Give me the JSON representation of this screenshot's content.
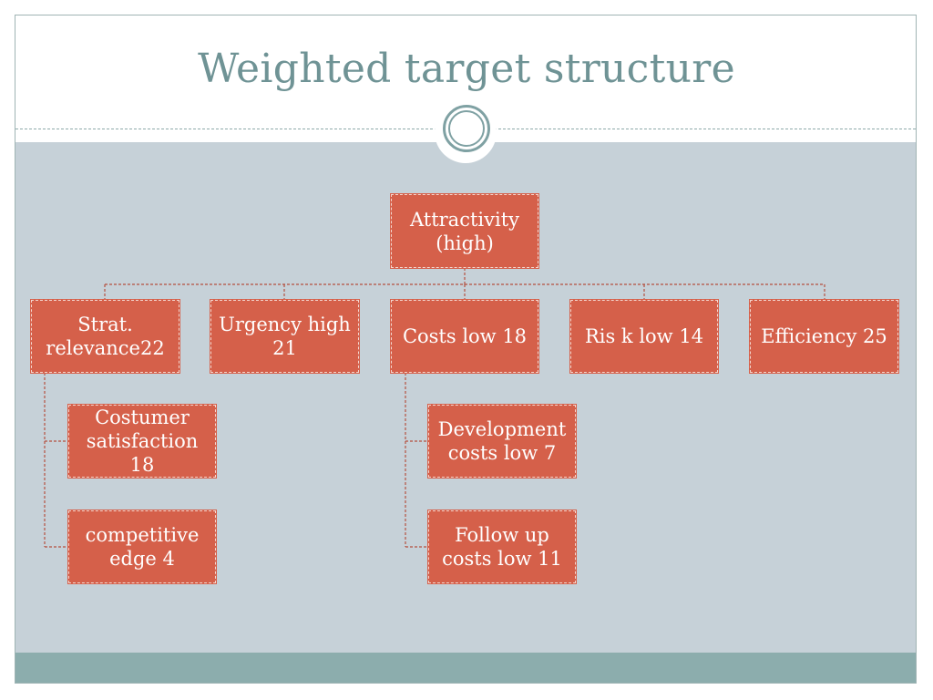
{
  "slide": {
    "title": "Weighted target structure"
  },
  "diagram": {
    "root": "Attractivity\n(high)",
    "level1": {
      "strat": "Strat.\nrelevance22",
      "urgency": "Urgency high\n21",
      "costs": "Costs low 18",
      "risk": "Ris k low 14",
      "efficiency": "Efficiency 25"
    },
    "strat_children": {
      "customer": "Costumer\nsatisfaction\n18",
      "competitive": "competitive\nedge 4"
    },
    "costs_children": {
      "development": "Development\ncosts  low 7",
      "followup": "Follow up\ncosts low 11"
    },
    "colors": {
      "node": "#d5604a",
      "connector": "#b5503f",
      "title": "#6f9395",
      "content_background": "#c6d1d8",
      "footer": "#8cadad"
    }
  }
}
